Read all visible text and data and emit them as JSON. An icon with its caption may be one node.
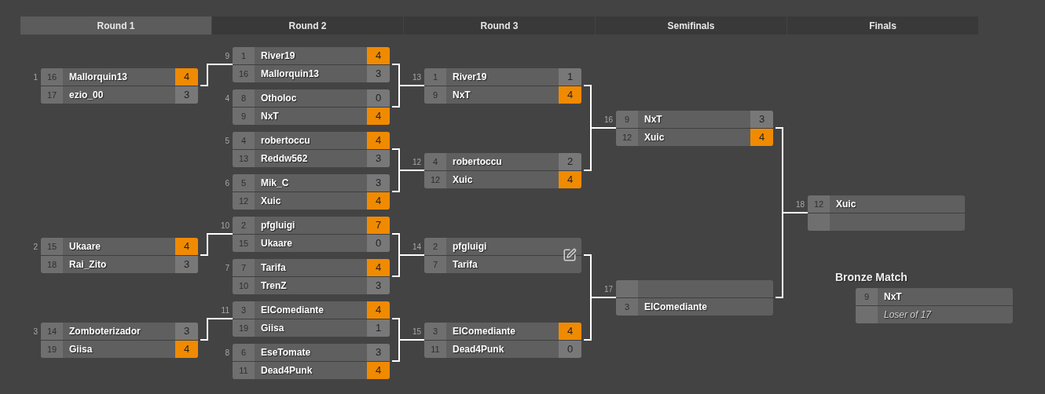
{
  "diagram": {
    "nodes": [
      {
        "text": [],
        "shape": "box",
        "beside": [
          "1"
        ]
      },
      {
        "text": [
          "16",
          "Mallorquin13",
          "4"
        ],
        "in": 0
      },
      {
        "text": [
          "17",
          "ezio_00",
          "3"
        ],
        "in": 0
      },
      {
        "text": [],
        "shape": "box",
        "beside": [
          "2"
        ]
      },
      {
        "text": [
          "15",
          "Ukaare",
          "4"
        ],
        "in": 3
      },
      {
        "text": [
          "18",
          "Rai_Zito",
          "3"
        ],
        "in": 3
      },
      {
        "text": [],
        "shape": "box",
        "beside": [
          "3"
        ]
      },
      {
        "text": [
          "14",
          "Zomboterizador",
          "3"
        ],
        "in": 6
      },
      {
        "text": [
          "19",
          "Giisa",
          "4"
        ],
        "in": 6
      },
      {
        "text": [],
        "shape": "box",
        "beside": [
          "9"
        ]
      },
      {
        "text": [
          "1",
          "River19",
          "4"
        ],
        "in": 9
      },
      {
        "text": [
          "16",
          "Mallorquin13",
          "3"
        ],
        "in": 9
      },
      {
        "text": [],
        "shape": "box",
        "beside": [
          "4"
        ]
      },
      {
        "text": [
          "8",
          "Otholoc",
          "0"
        ],
        "in": 12
      },
      {
        "text": [
          "9",
          "NxT",
          "4"
        ],
        "in": 12
      },
      {
        "text": [],
        "shape": "box",
        "beside": [
          "5"
        ]
      },
      {
        "text": [
          "4",
          "robertoccu",
          "4"
        ],
        "in": 15
      },
      {
        "text": [
          "13",
          "Reddw562",
          "3"
        ],
        "in": 15
      },
      {
        "text": [],
        "shape": "box",
        "beside": [
          "6"
        ]
      },
      {
        "text": [
          "5",
          "Mik_C",
          "3"
        ],
        "in": 18
      },
      {
        "text": [
          "12",
          "Xuic",
          "4"
        ],
        "in": 18
      },
      {
        "text": [],
        "shape": "box",
        "beside": [
          "10"
        ]
      },
      {
        "text": [
          "2",
          "pfgluigi",
          "7"
        ],
        "in": 21
      },
      {
        "text": [
          "15",
          "Ukaare",
          "0"
        ],
        "in": 21
      },
      {
        "text": [],
        "shape": "box",
        "beside": [
          "7"
        ]
      },
      {
        "text": [
          "7",
          "Tarifa",
          "4"
        ],
        "in": 24
      },
      {
        "text": [
          "10",
          "TrenZ",
          "3"
        ],
        "in": 24
      },
      {
        "text": [],
        "shape": "box",
        "beside": [
          "11"
        ]
      },
      {
        "text": [
          "3",
          "ElComediante",
          "4"
        ],
        "in": 27
      },
      {
        "text": [
          "19",
          "Giisa",
          "1"
        ],
        "in": 27
      },
      {
        "text": [],
        "shape": "box",
        "beside": [
          "8"
        ]
      },
      {
        "text": [
          "6",
          "EseTomate",
          "3"
        ],
        "in": 30
      },
      {
        "text": [
          "11",
          "Dead4Punk",
          "4"
        ],
        "in": 30
      },
      {
        "text": [],
        "shape": "box",
        "beside": [
          "13"
        ]
      },
      {
        "text": [
          "1",
          "River19",
          "1"
        ],
        "in": 33
      },
      {
        "text": [
          "9",
          "NxT",
          "4"
        ],
        "in": 33
      },
      {
        "text": [],
        "shape": "box",
        "beside": [
          "12"
        ]
      },
      {
        "text": [
          "4",
          "robertoccu",
          "2"
        ],
        "in": 36
      },
      {
        "text": [
          "12",
          "Xuic",
          "4"
        ],
        "in": 36
      },
      {
        "text": [],
        "shape": "box",
        "beside": [
          "14"
        ]
      },
      {
        "text": [
          "2",
          "pfgluigi"
        ],
        "in": 39
      },
      {
        "text": [
          "7",
          "Tarifa"
        ],
        "in": 39
      },
      {
        "text": [],
        "shape": "box",
        "beside": [
          "15"
        ]
      },
      {
        "text": [
          "3",
          "ElComediante",
          "4"
        ],
        "in": 42
      },
      {
        "text": [
          "11",
          "Dead4Punk",
          "0"
        ],
        "in": 42
      },
      {
        "text": [],
        "shape": "box",
        "beside": [
          "16"
        ]
      },
      {
        "text": [
          "9",
          "NxT",
          "3"
        ],
        "in": 45
      },
      {
        "text": [
          "12",
          "Xuic",
          "4"
        ],
        "in": 45
      },
      {
        "text": [],
        "shape": "box",
        "beside": [
          "17"
        ]
      },
      {
        "text": [],
        "shape": "bar",
        "in": 48
      },
      {
        "text": [
          "3",
          "ElComediante"
        ],
        "in": 48
      },
      {
        "text": [],
        "shape": "box",
        "beside": [
          "18"
        ]
      },
      {
        "text": [
          "12",
          "Xuic"
        ],
        "in": 51
      },
      {
        "text": [],
        "shape": "bar",
        "in": 51
      },
      {
        "text": [],
        "shape": "box"
      },
      {
        "text": [
          "9",
          "NxT"
        ],
        "in": 54
      },
      {
        "text": [
          "Loser of 17"
        ],
        "in": 54
      }
    ],
    "edges": [
      {
        "from": 0,
        "to": 9,
        "arrow": "none"
      },
      {
        "from": 3,
        "to": 21,
        "arrow": "none"
      },
      {
        "from": 6,
        "to": 27,
        "arrow": "none"
      },
      {
        "from": 9,
        "to": 33,
        "arrow": "none"
      },
      {
        "from": 12,
        "to": 33,
        "arrow": "none"
      },
      {
        "from": 15,
        "to": 36,
        "arrow": "none"
      },
      {
        "from": 18,
        "to": 36,
        "arrow": "none"
      },
      {
        "from": 21,
        "to": 39,
        "arrow": "none"
      },
      {
        "from": 24,
        "to": 39,
        "arrow": "none"
      },
      {
        "from": 27,
        "to": 42,
        "arrow": "none"
      },
      {
        "from": 30,
        "to": 42,
        "arrow": "none"
      },
      {
        "from": 33,
        "to": 45,
        "arrow": "none"
      },
      {
        "from": 36,
        "to": 45,
        "arrow": "none"
      },
      {
        "from": 39,
        "to": 48,
        "arrow": "none"
      },
      {
        "from": 42,
        "to": 48,
        "arrow": "none"
      },
      {
        "from": 45,
        "to": 51,
        "arrow": "none"
      },
      {
        "from": 48,
        "to": 51,
        "arrow": "none"
      }
    ],
    "labels": [
      "Round 1",
      "Round 2",
      "Round 3",
      "Semifinals",
      "Finals",
      "Bronze Match"
    ]
  }
}
